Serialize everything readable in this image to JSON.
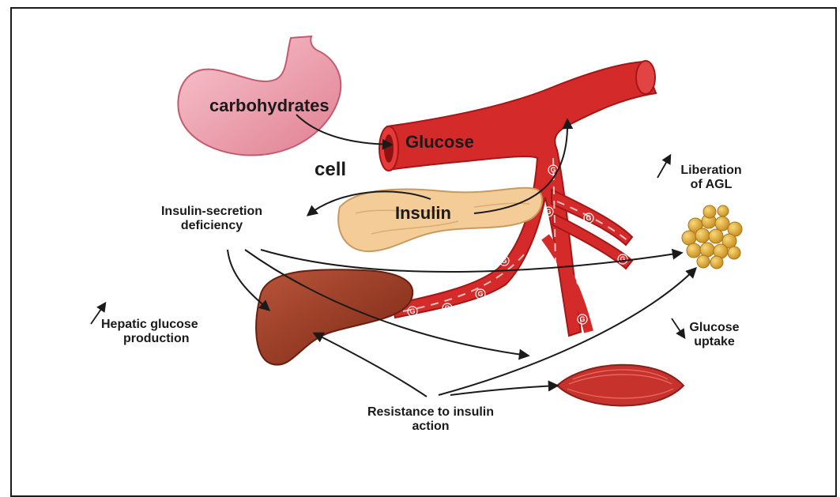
{
  "labels": {
    "carbohydrates": "carbohydrates",
    "glucose": "Glucose",
    "cell": "cell",
    "insulin": "Insulin",
    "insulin_secretion_line1": "Insulin-secretion",
    "insulin_secretion_line2": "deficiency",
    "liberation_line1": "Liberation",
    "liberation_line2": "of AGL",
    "hepatic_line1": "Hepatic glucose",
    "hepatic_line2": "production",
    "glucose_uptake_line1": "Glucose",
    "glucose_uptake_line2": "uptake",
    "resistance_line1": "Resistance to insulin",
    "resistance_line2": "action",
    "vessel_marker": "G"
  },
  "colors": {
    "vessel": "#d42a2a",
    "vessel_dark": "#a51616",
    "stomach": "#f2a9b4",
    "pancreas": "#f3cc98",
    "liver": "#9c3a22",
    "muscle": "#c8322c",
    "fat": "#e7b43c",
    "text": "#1a1a1a"
  },
  "icons": {
    "increase": "arrow-up-right-icon",
    "decrease": "arrow-down-right-icon"
  }
}
